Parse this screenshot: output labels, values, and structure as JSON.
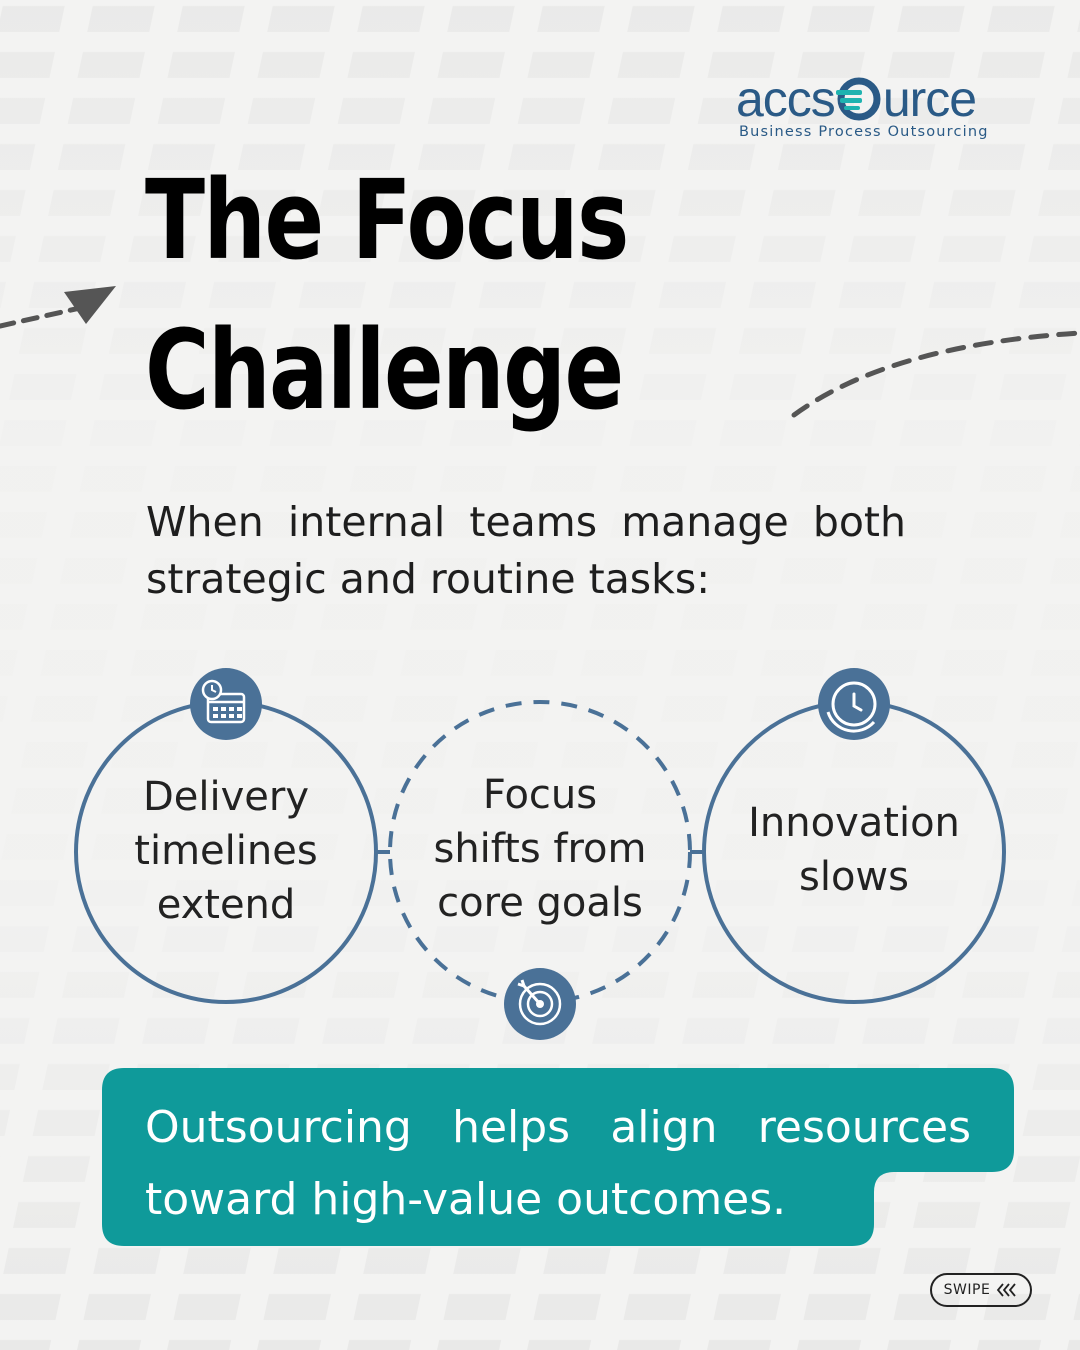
{
  "brand": {
    "logo_left": "accs",
    "logo_right": "urce",
    "tagline": "Business Process Outsourcing",
    "color": "#2a5a86",
    "accent": "#1fb3b0"
  },
  "title": {
    "line1": "The Focus",
    "line2": "Challenge"
  },
  "intro": "When internal teams manage both strategic and routine tasks:",
  "circles": [
    {
      "line1": "Delivery",
      "line2": "timelines",
      "line3": "extend",
      "icon": "calendar-clock-icon",
      "border": "solid"
    },
    {
      "line1": "Focus",
      "line2": "shifts from",
      "line3": "core goals",
      "icon": "target-arrow-icon",
      "border": "dashed"
    },
    {
      "line1": "Innovation",
      "line2": "slows",
      "icon": "clock-icon",
      "border": "solid"
    }
  ],
  "callout": {
    "text": "Outsourcing helps align resources toward high-value outcomes.",
    "color": "#0f9a9a"
  },
  "swipe": {
    "label": "SWIPE",
    "icon": "triple-chevron-left-icon"
  },
  "colors": {
    "circle_stroke": "#4a7197",
    "icon_fill": "#4a7197",
    "arrow": "#555555"
  }
}
